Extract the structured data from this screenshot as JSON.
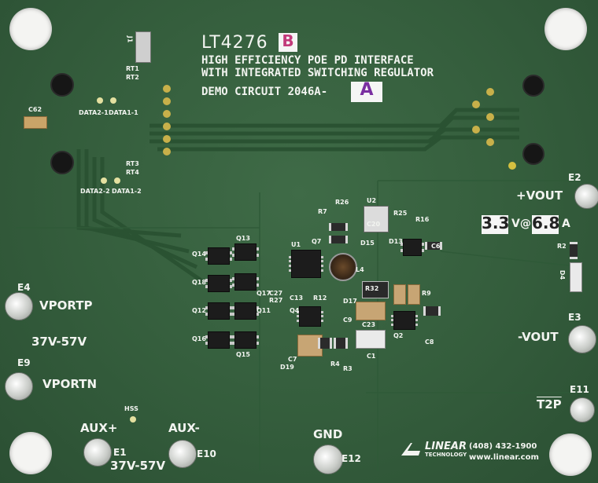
{
  "board": {
    "part_number": "LT4276",
    "revision_mark": "B",
    "title_line1": "HIGH EFFICIENCY POE PD INTERFACE",
    "title_line2": "WITH INTEGRATED SWITCHING REGULATOR",
    "demo_label": "DEMO CIRCUIT 2046A-",
    "assembly_mark": "A",
    "logo_text": "LINEAR",
    "logo_sub": "TECHNOLOGY",
    "phone": "(408) 432-1900",
    "website": "www.linear.com"
  },
  "terminals": {
    "e1": "E1",
    "e2": "E2",
    "e3": "E3",
    "e4": "E4",
    "e9": "E9",
    "e10": "E10",
    "e11": "E11",
    "e12": "E12",
    "vportp": "VPORTP",
    "vportn": "VPORTN",
    "range": "37V-57V",
    "aux_plus": "AUX+",
    "aux_minus": "AUX-",
    "aux_range": "37V-57V",
    "gnd": "GND",
    "vout_plus": "+VOUT",
    "vout_minus": "-VOUT",
    "t2p": "T2P"
  },
  "output_rating": {
    "voltage": "3.3",
    "v_at": "V@",
    "current": "6.8",
    "unit": "A"
  },
  "refdes": {
    "j1": "J1",
    "rt1": "RT1",
    "rt2": "RT2",
    "rt3": "RT3",
    "rt4": "RT4",
    "c62": "C62",
    "data2_1": "DATA2-1",
    "data1_1": "DATA1-1",
    "data2_2": "DATA2-2",
    "data1_2": "DATA1-2",
    "q13": "Q13",
    "q14": "Q14",
    "q18": "Q18",
    "q17": "Q17",
    "q12": "Q12",
    "q11": "Q11",
    "q16": "Q16",
    "q15": "Q15",
    "u1": "U1",
    "u2": "U2",
    "r32": "R32",
    "c23": "C23",
    "c1": "C1",
    "q2": "Q2",
    "q4": "Q4",
    "q7": "Q7",
    "l4": "L4",
    "r26": "R26",
    "r25": "R25",
    "r7": "R7",
    "r16": "R16",
    "d15": "D15",
    "d13": "D13",
    "r2": "R2",
    "d4": "D4",
    "hss": "HSS",
    "d19": "D19",
    "c7": "C7",
    "r4": "R4",
    "r3": "R3",
    "c8": "C8",
    "c9": "C9",
    "c20": "C20",
    "c13": "C13",
    "r12": "R12",
    "d17": "D17",
    "c27": "C27",
    "r27": "R27",
    "r9": "R9",
    "c6": "C6"
  }
}
